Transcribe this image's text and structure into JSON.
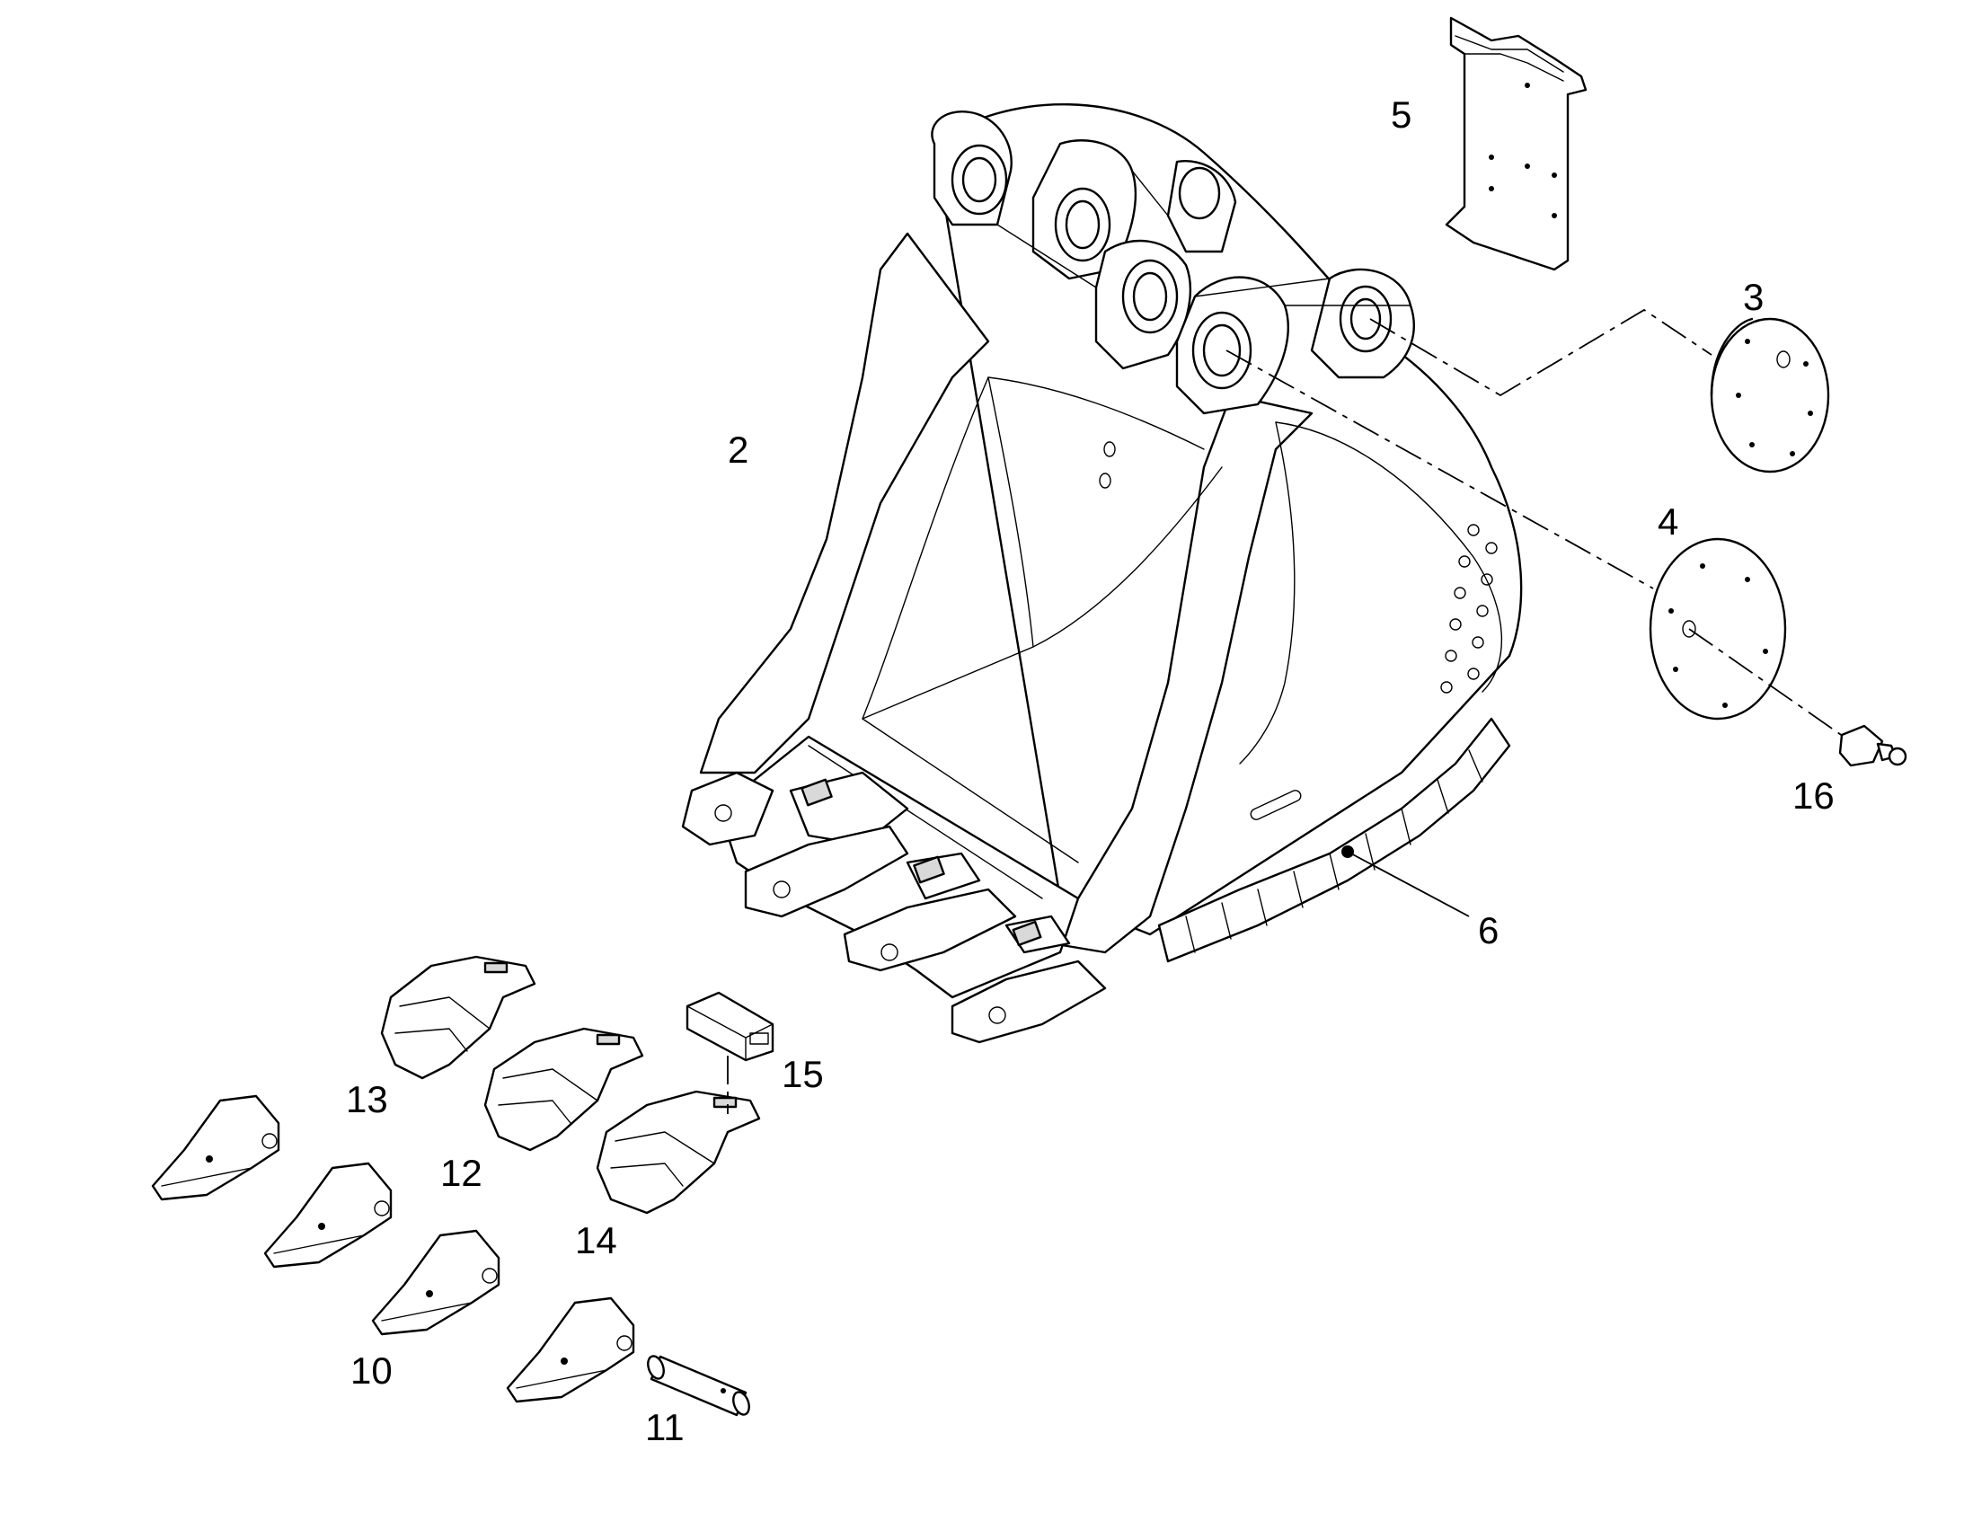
{
  "callouts": {
    "c2": "2",
    "c3": "3",
    "c4": "4",
    "c5": "5",
    "c6": "6",
    "c10": "10",
    "c11": "11",
    "c12": "12",
    "c13": "13",
    "c14": "14",
    "c15": "15",
    "c16": "16"
  },
  "parts": [
    {
      "ref": "2",
      "name": "bucket-body"
    },
    {
      "ref": "3",
      "name": "cover-plate"
    },
    {
      "ref": "4",
      "name": "cover-plate"
    },
    {
      "ref": "5",
      "name": "wear-plate"
    },
    {
      "ref": "6",
      "name": "side-wear-strip"
    },
    {
      "ref": "10",
      "name": "tooth-tip"
    },
    {
      "ref": "11",
      "name": "retaining-pin"
    },
    {
      "ref": "12",
      "name": "adapter"
    },
    {
      "ref": "13",
      "name": "adapter"
    },
    {
      "ref": "14",
      "name": "adapter"
    },
    {
      "ref": "15",
      "name": "lock"
    },
    {
      "ref": "16",
      "name": "grease-nipple"
    }
  ],
  "colors": {
    "line": "#000000",
    "background": "#ffffff"
  }
}
